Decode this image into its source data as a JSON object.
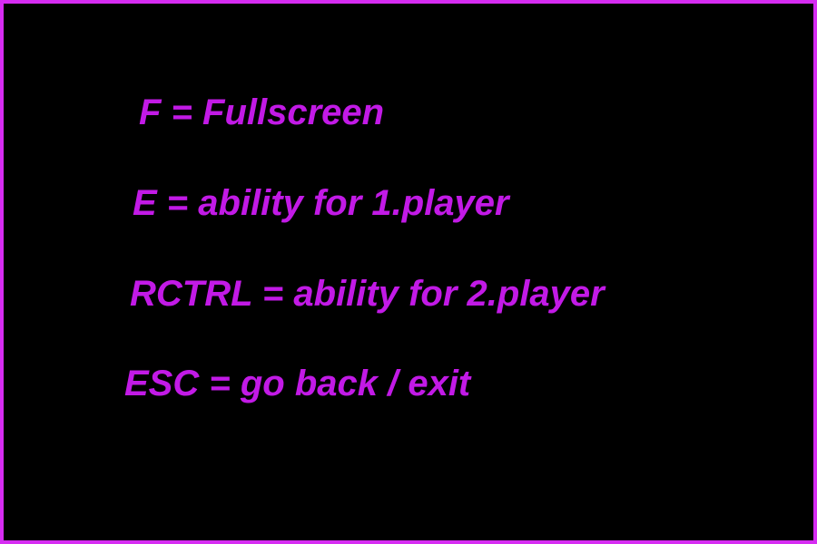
{
  "colors": {
    "background": "#000000",
    "border": "#d62cf2",
    "text": "#c21ae6"
  },
  "controls": [
    {
      "text": "F = Fullscreen"
    },
    {
      "text": "E = ability for 1.player"
    },
    {
      "text": "RCTRL = ability for 2.player"
    },
    {
      "text": "ESC = go back / exit"
    }
  ]
}
